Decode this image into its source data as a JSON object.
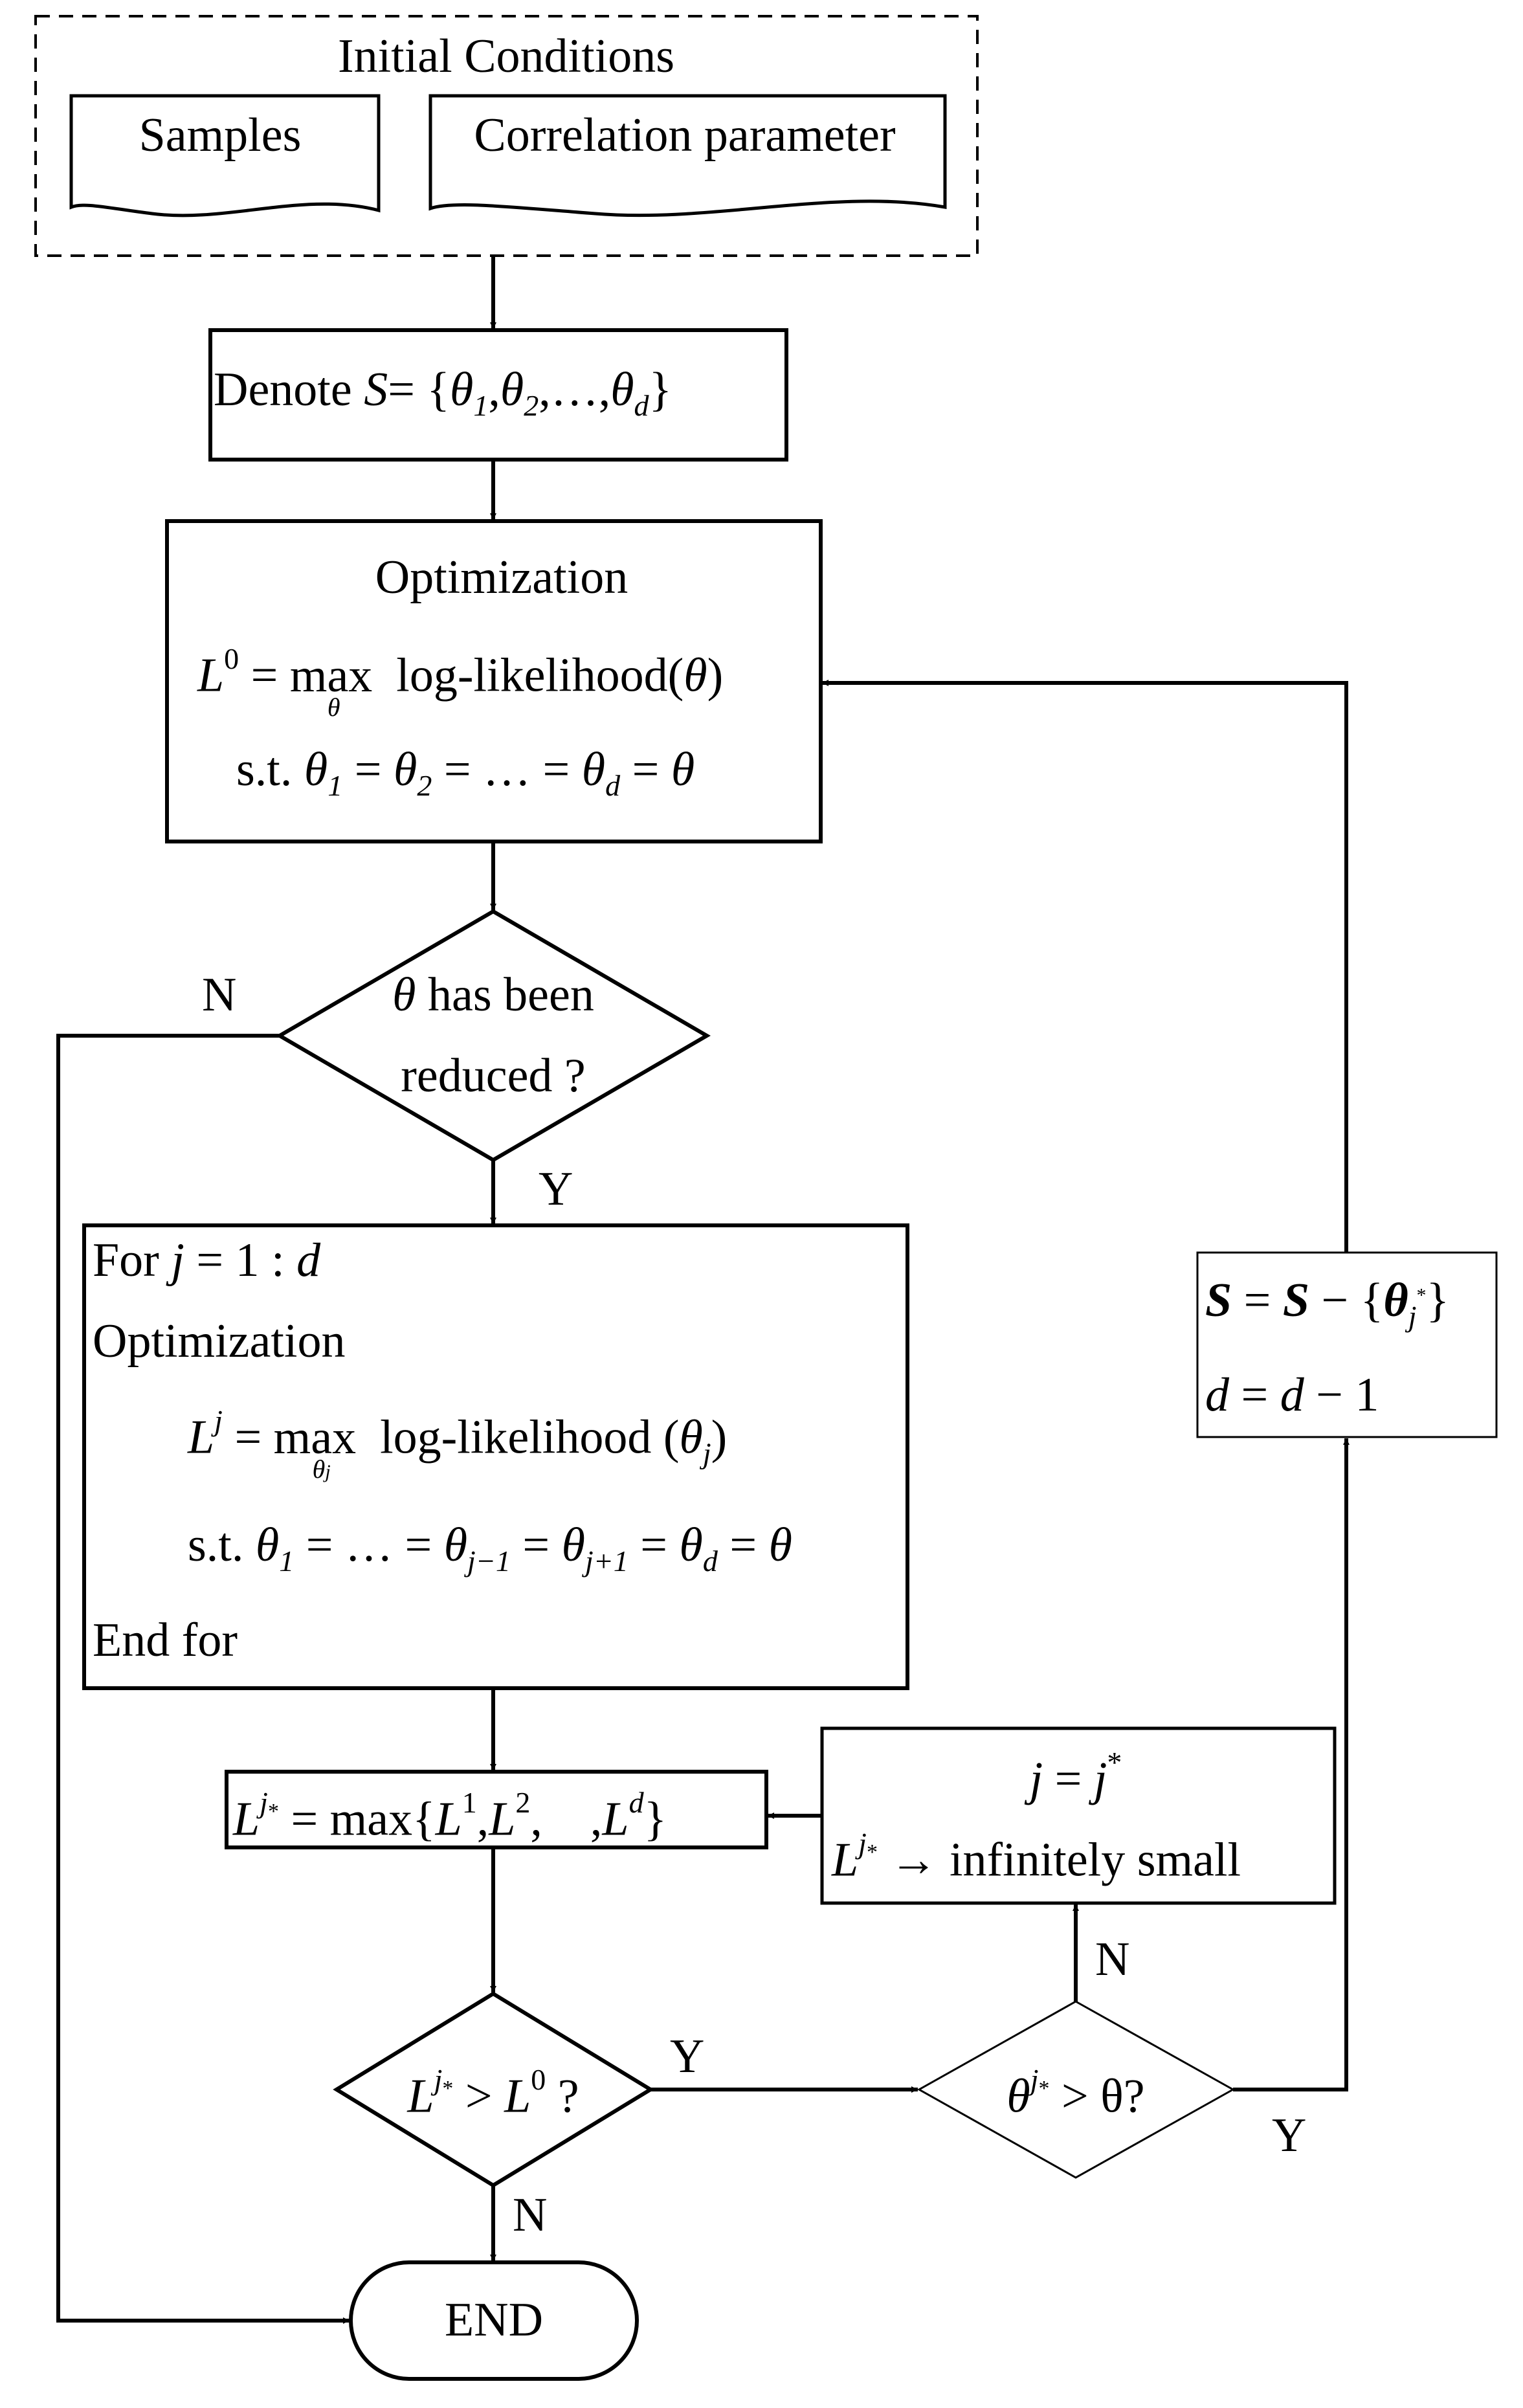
{
  "initial": {
    "title": "Initial Conditions",
    "doc1": "Samples",
    "doc2": "Correlation parameter"
  },
  "denote": {
    "word": "Denote",
    "S": "S",
    "eq": "= {",
    "theta": "θ",
    "s1": "1",
    "s2": "2",
    "s_d": "d",
    "comma": ",",
    "dots": "…",
    "close": "}"
  },
  "opt1": {
    "title": "Optimization",
    "L": "L",
    "sup0": "0",
    "eq": "=",
    "max": "max",
    "under": "θ",
    "loglik": "log-likelihood(",
    "theta": "θ",
    "rparen": ")",
    "st": "s.t.",
    "s1": "1",
    "s2": "2",
    "sd": "d",
    "eqs": "=",
    "dots": "…"
  },
  "dec1": {
    "line1_rest": "has been",
    "line2": "reduced ?",
    "theta": "θ",
    "no": "N",
    "yes": "Y"
  },
  "loop": {
    "for": "For",
    "j": "j",
    "range": "= 1 :",
    "d": "d",
    "opt": "Optimization",
    "L": "L",
    "supj": "j",
    "eq": "=",
    "max": "max",
    "under_theta": "θ",
    "under_j": "j",
    "loglik": "log-likelihood (",
    "theta": "θ",
    "rparen": ")",
    "st": "s.t.",
    "s1": "1",
    "sjm1": "j−1",
    "sjp1": "j+1",
    "sd": "d",
    "eqs": "=",
    "dots": "…",
    "end": "End for"
  },
  "lmax": {
    "L": "L",
    "supj": "j",
    "star": "*",
    "eq": "= max{",
    "sup1": "1",
    "sup2": "2",
    "supd": "d",
    "comma": ",",
    "close": "}"
  },
  "assign": {
    "j": "j",
    "eq": "=",
    "star": "*",
    "L": "L",
    "arrow": "→",
    "text": "infinitely small"
  },
  "dec2": {
    "L": "L",
    "j": "j",
    "star": "*",
    "gt": ">",
    "zero": "0",
    "q": "?",
    "yes": "Y",
    "no": "N"
  },
  "dec3": {
    "theta": "θ",
    "j": "j",
    "star": "*",
    "gt": "> θ?",
    "yes": "Y",
    "no": "N"
  },
  "update": {
    "S": "S",
    "eq": "=",
    "minus": "−",
    "lbrace": "{",
    "theta": "θ",
    "j": "j",
    "star": "*",
    "rbrace": "}",
    "d": "d",
    "dline": "=",
    "dm1": "− 1"
  },
  "end": {
    "label": "END"
  }
}
